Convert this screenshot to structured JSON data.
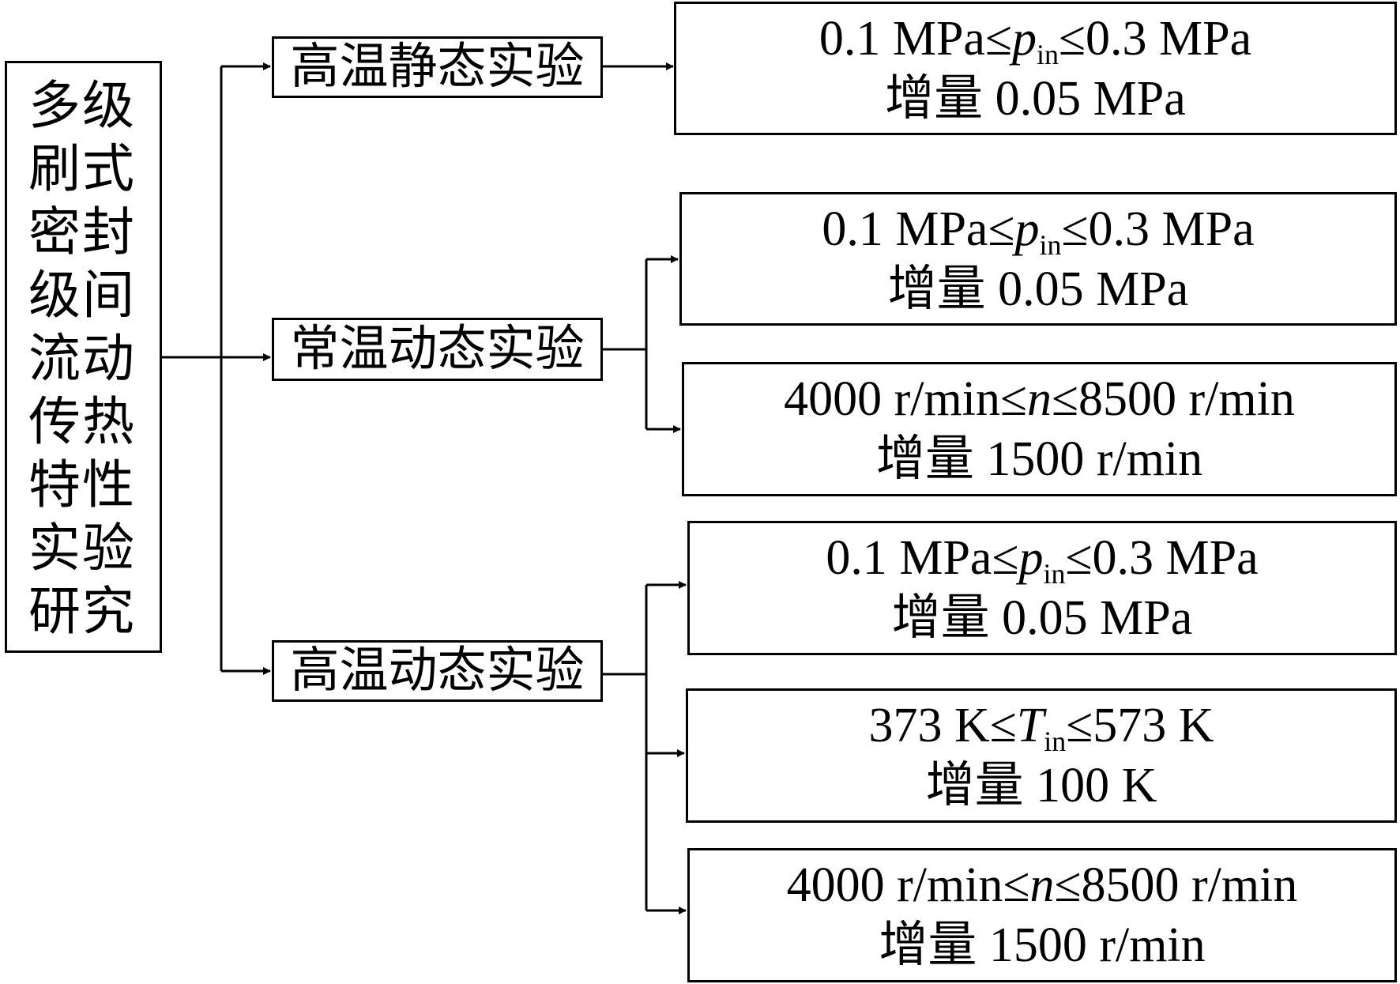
{
  "root": {
    "label": "多级刷式密封级间流动传热特性实验研究"
  },
  "experiments": [
    {
      "label": "高温静态实验",
      "conditions": [
        {
          "range": {
            "min": "0.1 MPa",
            "le": "≤",
            "var": "p",
            "sub": "in",
            "max": "0.3 MPa"
          },
          "step": "增量 0.05 MPa"
        }
      ]
    },
    {
      "label": "常温动态实验",
      "conditions": [
        {
          "range": {
            "min": "0.1 MPa",
            "le": "≤",
            "var": "p",
            "sub": "in",
            "max": "0.3 MPa"
          },
          "step": "增量 0.05 MPa"
        },
        {
          "range": {
            "min": "4000 r/min",
            "le": "≤",
            "var": "n",
            "sub": "",
            "max": "8500 r/min"
          },
          "step": "增量 1500 r/min"
        }
      ]
    },
    {
      "label": "高温动态实验",
      "conditions": [
        {
          "range": {
            "min": "0.1 MPa",
            "le": "≤",
            "var": "p",
            "sub": "in",
            "max": "0.3 MPa"
          },
          "step": "增量 0.05 MPa"
        },
        {
          "range": {
            "min": "373 K",
            "le": "≤",
            "var": "T",
            "sub": "in",
            "max": "573 K"
          },
          "step": "增量 100 K"
        },
        {
          "range": {
            "min": "4000 r/min",
            "le": "≤",
            "var": "n",
            "sub": "",
            "max": "8500 r/min"
          },
          "step": "增量 1500 r/min"
        }
      ]
    }
  ]
}
